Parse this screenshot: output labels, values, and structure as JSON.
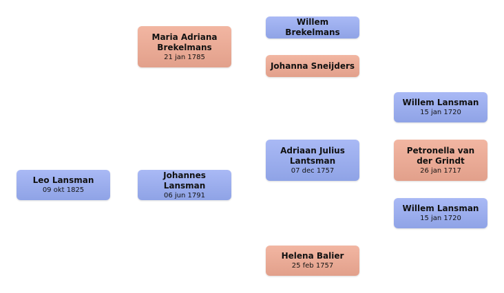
{
  "persons": {
    "leo": {
      "name": "Leo Lansman",
      "date": "09 okt 1825",
      "sex": "male"
    },
    "johannes": {
      "name": "Johannes Lansman",
      "date": "06 jun 1791",
      "sex": "male"
    },
    "maria": {
      "name": "Maria Adriana Brekelmans",
      "date": "21 jan 1785",
      "sex": "female"
    },
    "willem_b": {
      "name": "Willem Brekelmans",
      "date": "",
      "sex": "male"
    },
    "johanna": {
      "name": "Johanna Sneijders",
      "date": "",
      "sex": "female"
    },
    "adriaan": {
      "name": "Adriaan Julius Lantsman",
      "date": "07 dec 1757",
      "sex": "male"
    },
    "helena": {
      "name": "Helena Balier",
      "date": "25 feb 1757",
      "sex": "female"
    },
    "willem_l1": {
      "name": "Willem Lansman",
      "date": "15 jan 1720",
      "sex": "male"
    },
    "petronella": {
      "name": "Petronella van der Grindt",
      "date": "26 jan 1717",
      "sex": "female"
    },
    "willem_l2": {
      "name": "Willem Lansman",
      "date": "15 jan 1720",
      "sex": "male"
    }
  },
  "colors": {
    "male": "#9aabed",
    "female": "#eaa993"
  }
}
